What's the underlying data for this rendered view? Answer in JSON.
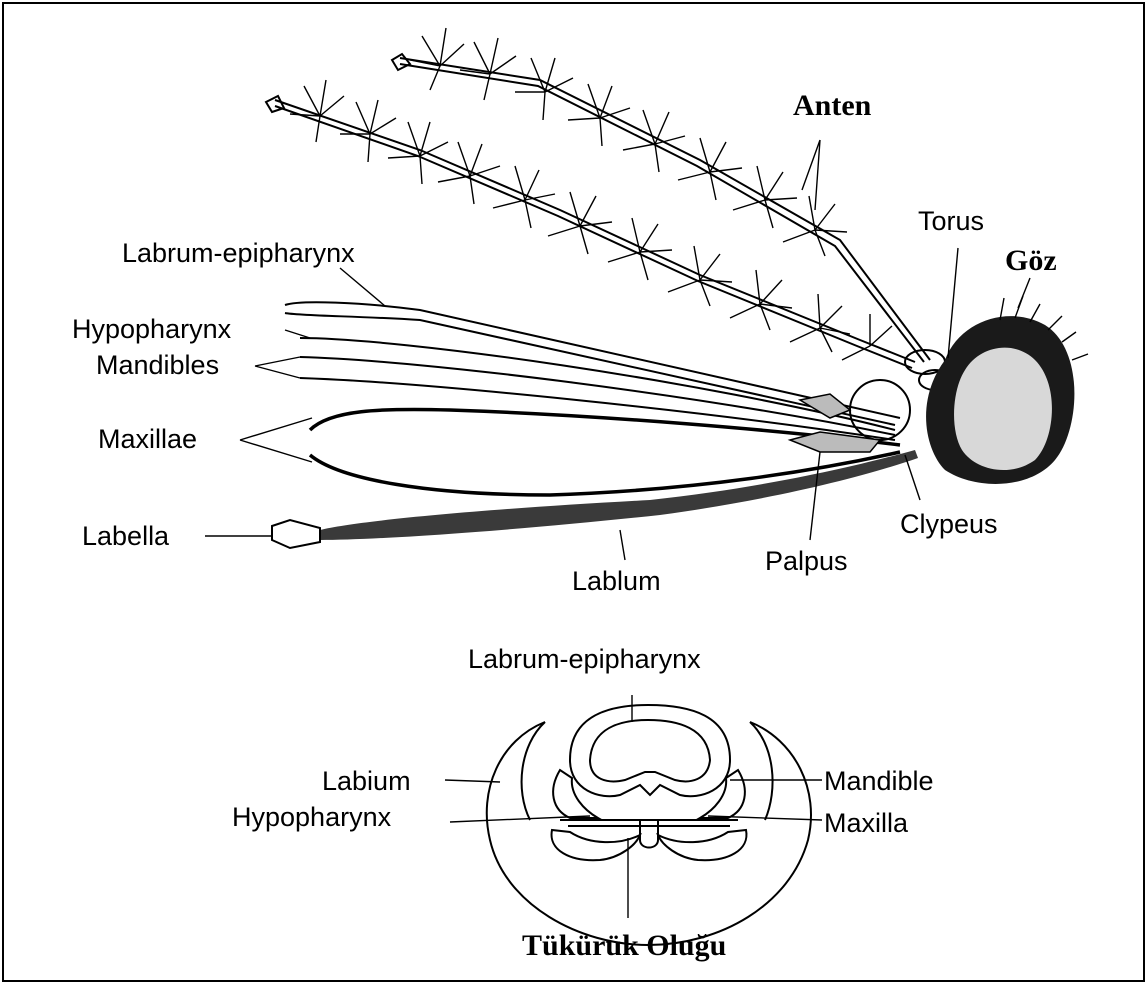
{
  "labels": {
    "anten": "Anten",
    "torus": "Torus",
    "goz": "Göz",
    "labrum_epipharynx": "Labrum-epipharynx",
    "hypopharynx": "Hypopharynx",
    "mandibles": "Mandibles",
    "maxillae": "Maxillae",
    "labella": "Labella",
    "lablum": "Lablum",
    "palpus": "Palpus",
    "clypeus": "Clypeus"
  },
  "cross_section": {
    "labrum_epipharynx": "Labrum-epipharynx",
    "labium": "Labium",
    "hypopharynx": "Hypopharynx",
    "mandible": "Mandible",
    "maxilla": "Maxilla",
    "tukuruk": "Tükürük Oluğu"
  }
}
